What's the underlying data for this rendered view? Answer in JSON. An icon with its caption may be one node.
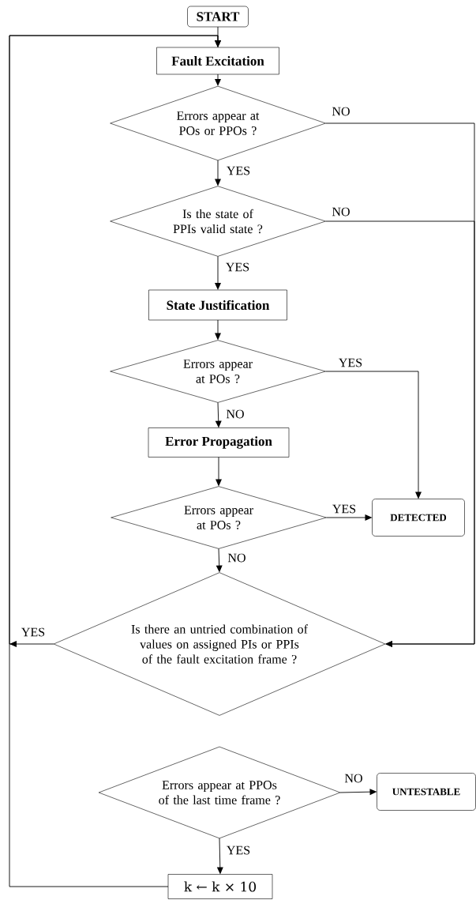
{
  "diagram": {
    "nodes": [
      {
        "text": [
          "START"
        ]
      },
      {
        "text": [
          "Fault Excitation"
        ]
      },
      {
        "text": [
          "Errors appear at POs or PPOs ?"
        ]
      },
      {
        "text": [
          "Is the state of PPIs valid state ?"
        ]
      },
      {
        "text": [
          "State Justification"
        ]
      },
      {
        "text": [
          "Errors appear at POs ?"
        ]
      },
      {
        "text": [
          "Error Propagation"
        ]
      },
      {
        "text": [
          "Errors appear at POs ?"
        ]
      },
      {
        "text": [
          "DETECTED"
        ]
      },
      {
        "text": [
          "Is there an untried combination of values on assigned PIs or PPIs of the fault excitation frame ?"
        ]
      },
      {
        "text": [
          "Errors appear at PPOs of the last time frame ?"
        ]
      },
      {
        "text": [
          "UNTESTABLE"
        ]
      },
      {
        "text": [
          "k ← k × 10"
        ]
      }
    ],
    "edges": [
      {
        "from": 0,
        "to": 1,
        "arrow": "to"
      },
      {
        "from": 1,
        "to": 2,
        "arrow": "to"
      },
      {
        "from": 2,
        "to": 3,
        "arrow": "to",
        "label": "YES"
      },
      {
        "from": 2,
        "to": 9,
        "arrow": "to",
        "label": "NO"
      },
      {
        "from": 3,
        "to": 9,
        "arrow": "to",
        "label": "NO"
      },
      {
        "from": 3,
        "to": 4,
        "arrow": "to",
        "label": "YES"
      },
      {
        "from": 4,
        "to": 5,
        "arrow": "to"
      },
      {
        "from": 5,
        "to": 8,
        "arrow": "to",
        "label": "YES"
      },
      {
        "from": 5,
        "to": 6,
        "arrow": "to",
        "label": "NO"
      },
      {
        "from": 6,
        "to": 7,
        "arrow": "to"
      },
      {
        "from": 7,
        "to": 8,
        "arrow": "to",
        "label": "YES"
      },
      {
        "from": 7,
        "to": 9,
        "arrow": "to",
        "label": "NO"
      },
      {
        "from": 9,
        "to": 1,
        "arrow": "to",
        "label": "YES"
      },
      {
        "from": 10,
        "to": 11,
        "arrow": "to",
        "label": "NO"
      },
      {
        "from": 10,
        "to": 12,
        "arrow": "to",
        "label": "YES"
      },
      {
        "from": 12,
        "to": 1,
        "arrow": "to"
      }
    ]
  }
}
